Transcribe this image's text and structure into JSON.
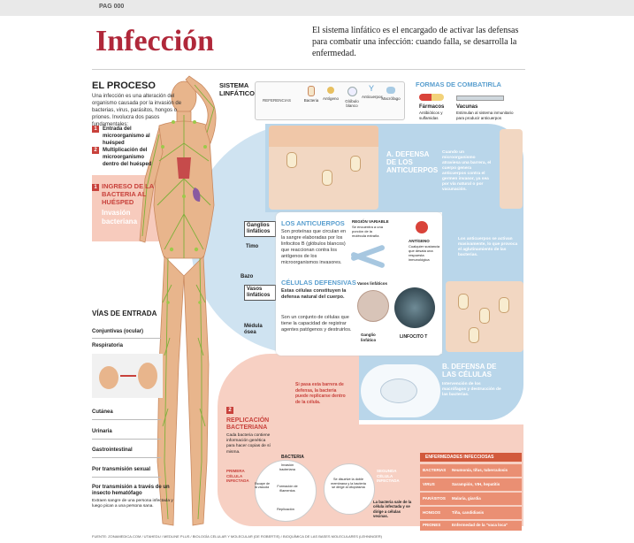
{
  "header": {
    "page_label": "PAG 000",
    "title": "Infección",
    "intro": "El sistema linfático es el encargado de activar las defensas para combatir una infección: cuando falla, se desarrolla la enfermedad."
  },
  "proceso": {
    "title": "EL PROCESO",
    "text": "Una infección es una alteración del organismo causada por la invasión de bacterias, virus, parásitos, hongos o priones. Involucra dos pasos fundamentales:",
    "steps": [
      {
        "num": "1",
        "label": "Entrada del microorganismo al huésped"
      },
      {
        "num": "2",
        "label": "Multiplicación del microorganismo dentro del huésped"
      }
    ]
  },
  "ingreso": {
    "num": "1",
    "title": "INGRESO DE LA BACTERIA AL HUÉSPED",
    "subtitle": "Invasión bacteriana"
  },
  "sistema": {
    "title": "SISTEMA LINFÁTICO",
    "refs_label": "REFERENCIAS",
    "refs": [
      "Bacteria",
      "Antígeno",
      "Glóbulo blanco",
      "Anticuerpos",
      "Macrófago"
    ]
  },
  "formas": {
    "title": "FORMAS DE COMBATIRLA",
    "farmacos": {
      "label": "Fármacos",
      "desc": "Antibióticos y sulfamidas"
    },
    "vacunas": {
      "label": "Vacunas",
      "desc": "Estimulan al sistema inmunitario para producir anticuerpos"
    }
  },
  "body_labels": {
    "ganglios": "Ganglios linfáticos",
    "timo": "Timo",
    "bazo": "Bazo",
    "vasos": "Vasos linfáticos",
    "medula": "Médula ósea"
  },
  "defensa_a": {
    "title": "A. DEFENSA DE LOS ANTICUERPOS",
    "text": "Cuando un microorganismo atraviesa una barrera, el cuerpo genera anticuerpos contra el germen invasor, ya sea por vía natural o por vacunación.",
    "side": "Los anticuerpos se activan masivamente, lo que provoca el aglutinamiento de las bacterias."
  },
  "anticuerpos": {
    "title": "LOS ANTICUERPOS",
    "text": "Son proteínas que circulan en la sangre elaboradas por los linfocitos B (glóbulos blancos) que reaccionan contra los antígenos de los microorganismos invasores.",
    "region": "REGIÓN VARIABLE",
    "region_desc": "Se encuentra a una porción de la molécula extraña",
    "antigeno": "ANTÍGENO",
    "antigeno_desc": "Cualquier sustancia que desata una respuesta inmunológica"
  },
  "celulas": {
    "title": "CÉLULAS DEFENSIVAS",
    "subtitle": "Estas células constituyen la defensa natural del cuerpo.",
    "text": "Son un conjunto de células que tiene la capacidad de registrar agentes patógenos y destruirlos.",
    "vasos": "Vasos linfáticos",
    "ganglio": "Ganglio linfático",
    "linfocito": "LINFOCITO T"
  },
  "defensa_b": {
    "title": "B. DEFENSA DE LAS CÉLULAS",
    "text": "Intervención de los macrófagos y destrucción de las bacterias."
  },
  "barrera": "Si pasa esta barrera de defensa, la bacteria puede replicarse dentro de la célula.",
  "replicacion": {
    "num": "2",
    "title": "REPLICACIÓN BACTERIANA",
    "text": "Cada bacteria contiene información genética para hacer copias de sí misma.",
    "primera": "PRIMERA CÉLULA INFECTADA",
    "segunda": "SEGUNDA CÉLULA INFECTADA",
    "bacteria": "BACTERIA",
    "invasion": "Invasión bacteriana",
    "formacion": "Formación de filamentos",
    "replic": "Replicación",
    "escape": "Escape de la vacuola",
    "disuelve": "Se disuelve la doble membrana y la bacteria se dirige al citoplasma",
    "sale": "La bacteria sale de la célula infectada y se dirige a células vecinas."
  },
  "vias": {
    "title": "VÍAS DE ENTRADA",
    "items": [
      "Conjuntivas (ocular)",
      "Respiratoria",
      "Cutánea",
      "Urinaria",
      "Gastrointestinal",
      "Por transmisión sexual",
      "Por transmisión a través de un insecto hematófago"
    ],
    "insecto_desc": "Extraen sangre de una persona infectada y luego pican a una persona sana."
  },
  "enfermedades": {
    "title": "ENFERMEDADES INFECCIOSAS",
    "rows": [
      {
        "type": "BACTERIAS",
        "names": "Neumonía, tifus, tuberculosis"
      },
      {
        "type": "VIRUS",
        "names": "Sarampión, VIH, hepatitis"
      },
      {
        "type": "PARÁSITOS",
        "names": "Malaria, giardia"
      },
      {
        "type": "HONGOS",
        "names": "Tiña, candidiasis"
      },
      {
        "type": "PRIONES",
        "names": "Enfermedad de la \"vaca loca\""
      }
    ]
  },
  "footer": "FUENTE: ZONAMEDICA.COM / UTAHEDU / MEDLINE PLUS   / BIOLOGÍA CELULAR Y MOLECULAR (DE ROBERTIS) / BIOQUÍMICA DE LAS BASES MOLECULARES (LEHNINGER)",
  "colors": {
    "title_red": "#b0283a",
    "blue": "#5a9fcf",
    "salmon": "#f3b7a5",
    "body_green": "#7fb03a",
    "orange": "#d25a3c"
  }
}
